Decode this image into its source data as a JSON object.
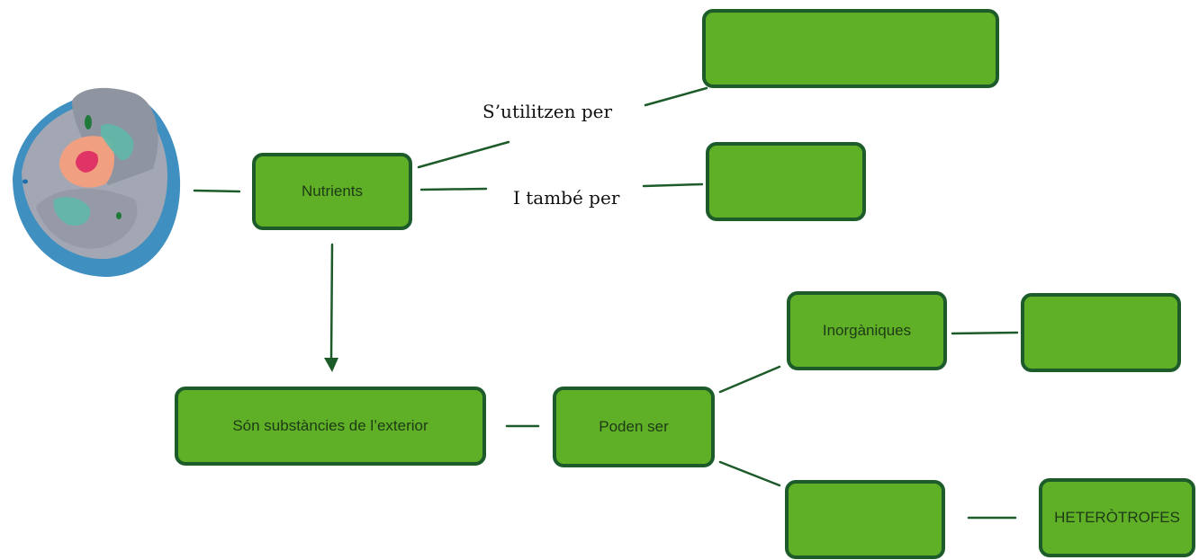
{
  "diagram": {
    "colors": {
      "node_fill": "#5fb027",
      "node_border": "#1d5c2a",
      "connector": "#1d5c2a",
      "node_text": "#1e3a16"
    },
    "illustration": "animal-cell-icon",
    "nodes": {
      "nutrients": "Nutrients",
      "used_for": "",
      "also_for": "",
      "external_substances": "Són substàncies de l’exterior",
      "can_be": "Poden ser",
      "inorganic": "Inorgàniques",
      "inorganic_result": "",
      "second_type": "",
      "heterotrophs": "HETERÒTROFES"
    },
    "edge_labels": {
      "used_for": "S’utilitzen per",
      "also_for": "I també per"
    }
  }
}
